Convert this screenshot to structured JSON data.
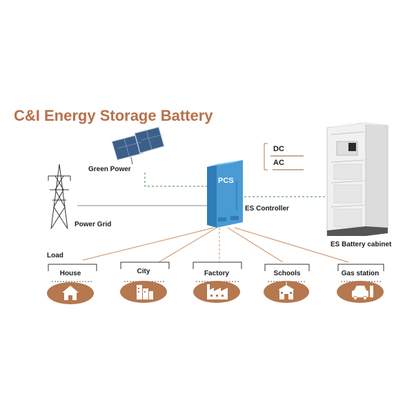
{
  "title": "C&I Energy Storage Battery",
  "labels": {
    "green_power": "Green Power",
    "power_grid": "Power Grid",
    "es_controller": "ES Controller",
    "battery_cabinet": "ES Battery cabinet",
    "load": "Load",
    "pcs": "PCS"
  },
  "conversion": {
    "dc": "DC",
    "ac": "AC"
  },
  "loads": [
    {
      "label": "House",
      "icon": "house-icon"
    },
    {
      "label": "City",
      "icon": "city-buildings-icon"
    },
    {
      "label": "Factory",
      "icon": "factory-icon"
    },
    {
      "label": "Schools",
      "icon": "school-icon"
    },
    {
      "label": "Gas station",
      "icon": "gas-station-icon"
    }
  ],
  "colors": {
    "title": "#b8704a",
    "load_fill": "#b5784f",
    "load_line": "#c98a62",
    "green_link": "#3a8a3a",
    "pcs_blue": "#5aaee0",
    "grid_line": "#8a8a8a"
  }
}
